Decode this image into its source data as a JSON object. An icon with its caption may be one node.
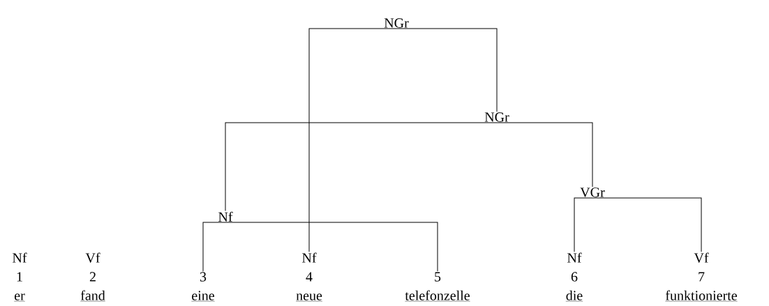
{
  "diagram": {
    "nodes": [
      {
        "text": [
          "NGr"
        ]
      },
      {
        "text": [
          "NGr"
        ]
      },
      {
        "text": [
          "VGr"
        ]
      },
      {
        "text": [
          "Nf"
        ]
      },
      {
        "text": [
          "Nf",
          "1",
          "er"
        ]
      },
      {
        "text": [
          "Vf",
          "2",
          "fand"
        ]
      },
      {
        "text": [
          "3",
          "eine"
        ]
      },
      {
        "text": [
          "Nf",
          "4",
          "neue"
        ]
      },
      {
        "text": [
          "5",
          "telefonzelle"
        ]
      },
      {
        "text": [
          "Nf",
          "6",
          "die"
        ]
      },
      {
        "text": [
          "Vf",
          "7",
          "funktionierte"
        ]
      }
    ],
    "edges": [
      {
        "from": 0,
        "to": 7,
        "arrow": "none"
      },
      {
        "from": 0,
        "to": 1,
        "arrow": "none"
      },
      {
        "from": 1,
        "to": 3,
        "arrow": "none"
      },
      {
        "from": 1,
        "to": 2,
        "arrow": "none"
      },
      {
        "from": 3,
        "to": 6,
        "arrow": "none"
      },
      {
        "from": 3,
        "to": 8,
        "arrow": "none"
      },
      {
        "from": 2,
        "to": 9,
        "arrow": "none"
      },
      {
        "from": 2,
        "to": 10,
        "arrow": "none"
      }
    ]
  }
}
